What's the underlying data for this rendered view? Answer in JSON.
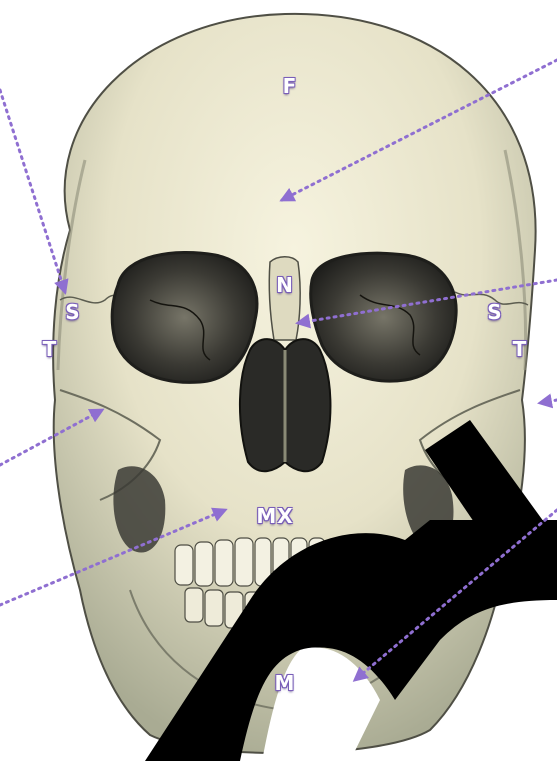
{
  "diagram": {
    "labels": {
      "frontal": "F",
      "nasal": "N",
      "sphenoid_left": "S",
      "sphenoid_right": "S",
      "temporal_left": "T",
      "temporal_right": "T",
      "maxilla": "MX",
      "mandible": "M"
    },
    "colors": {
      "label": "#ffffff",
      "label_outline": "#7a5fb8",
      "arrow": "#8f6fd1",
      "bone": "#ece8cf",
      "bone_shadow": "#9a9c84",
      "cavity": "#2a2a27",
      "watermark": "#000000"
    }
  }
}
